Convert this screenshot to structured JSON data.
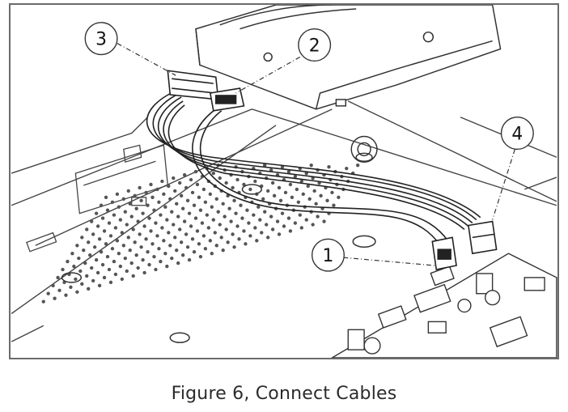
{
  "figure": {
    "callouts": [
      {
        "label": "1"
      },
      {
        "label": "2"
      },
      {
        "label": "3"
      },
      {
        "label": "4"
      }
    ]
  },
  "caption": {
    "text": "Figure 6, Connect Cables"
  }
}
